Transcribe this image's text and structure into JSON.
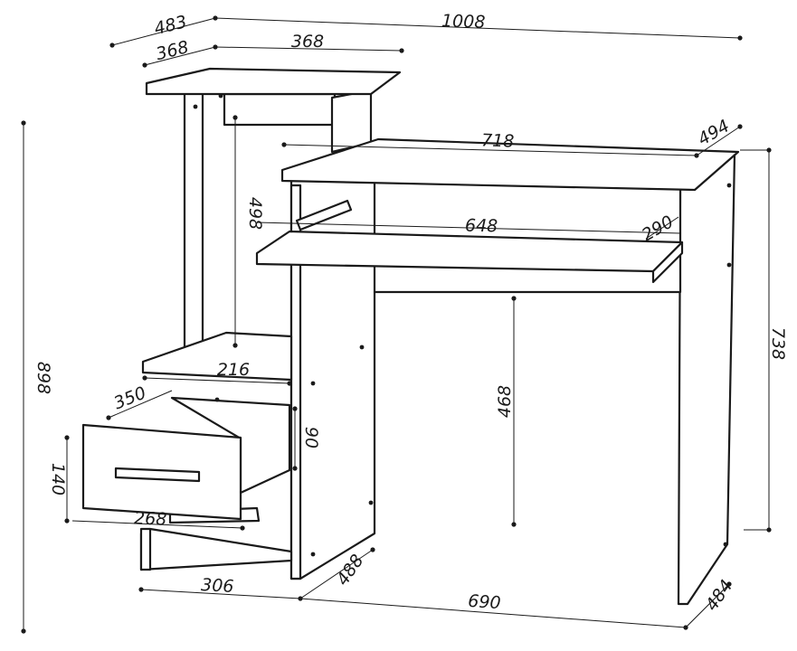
{
  "dimensions": {
    "top_depth": "483",
    "total_width": "1008",
    "shelf_depth": "368",
    "shelf_width": "368",
    "desk_top_width": "718",
    "desk_depth": "494",
    "shelf_height": "498",
    "keyboard_width": "648",
    "keyboard_depth": "290",
    "total_height": "898",
    "desk_height": "738",
    "knee_height": "468",
    "drawer_depth": "350",
    "drawer_width": "216",
    "drawer_inner_height": "90",
    "drawer_front_height": "140",
    "drawer_front_width": "268",
    "pedestal_width": "306",
    "pedestal_depth": "488",
    "base_width": "690",
    "leg_depth": "484"
  }
}
